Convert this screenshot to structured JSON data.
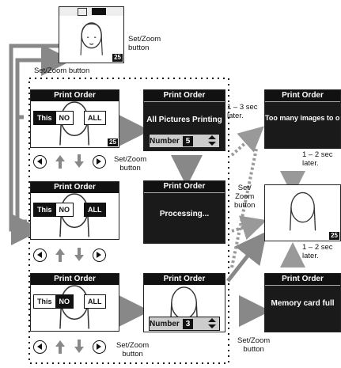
{
  "print_order_title": "Print Order",
  "frame_number": "25",
  "options": {
    "this": "This",
    "no": "NO",
    "all": "ALL"
  },
  "all_pictures_printing": "All Pictures Printing",
  "number_label": "Number",
  "number_values": {
    "all_pictures": "5",
    "bottom": "3"
  },
  "processing_text": "Processing...",
  "too_many_images_text": "Too many images to order",
  "memory_card_full_text": "Memory card full",
  "labels": {
    "set_zoom_top_right": "Set/Zoom\nbutton",
    "set_zoom_left": "Set/Zoom button",
    "set_zoom_mid": "Set/Zoom\nbutton",
    "set_zoom_bottom_row": "Set/Zoom\nbutton",
    "set_zoom_bottom_right": "Set/Zoom\nbutton",
    "set_zoom_center_v": "Set/\nZoom\nbutton",
    "delay_1_3": "1 – 3 sec\nlater.",
    "delay_1_2_a": "1 – 2 sec\nlater.",
    "delay_1_2_b": "1 – 2 sec\nlater."
  },
  "icon_names": [
    "left-arrow-circle-icon",
    "right-arrow-circle-icon",
    "up-arrow-icon",
    "down-arrow-icon",
    "spinner-arrows-icon",
    "person-thumbnail-icon",
    "camera-mode-icon"
  ]
}
